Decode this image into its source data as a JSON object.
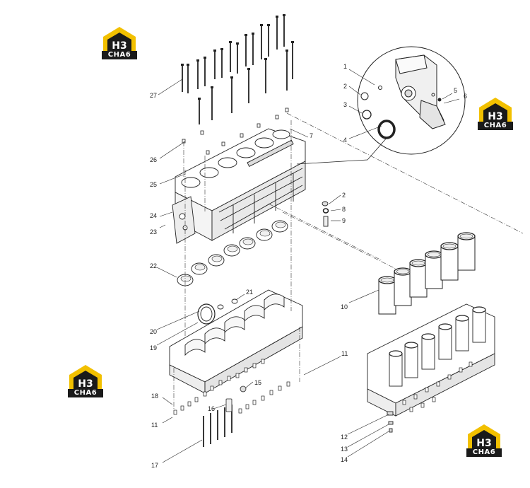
{
  "brand": {
    "logo_text": "H3",
    "logo_subtext": "CHA6",
    "accent_color": "#f2c000",
    "dark_color": "#1a1a1a"
  },
  "callouts": [
    {
      "id": "c1",
      "label": "1"
    },
    {
      "id": "c2a",
      "label": "2"
    },
    {
      "id": "c3",
      "label": "3"
    },
    {
      "id": "c4",
      "label": "4"
    },
    {
      "id": "c5",
      "label": "5"
    },
    {
      "id": "c6",
      "label": "6"
    },
    {
      "id": "c7",
      "label": "7"
    },
    {
      "id": "c2b",
      "label": "2"
    },
    {
      "id": "c8",
      "label": "8"
    },
    {
      "id": "c9",
      "label": "9"
    },
    {
      "id": "c10",
      "label": "10"
    },
    {
      "id": "c11a",
      "label": "11"
    },
    {
      "id": "c11b",
      "label": "11"
    },
    {
      "id": "c12",
      "label": "12"
    },
    {
      "id": "c13",
      "label": "13"
    },
    {
      "id": "c14",
      "label": "14"
    },
    {
      "id": "c15",
      "label": "15"
    },
    {
      "id": "c16",
      "label": "16"
    },
    {
      "id": "c17",
      "label": "17"
    },
    {
      "id": "c18",
      "label": "18"
    },
    {
      "id": "c19",
      "label": "19"
    },
    {
      "id": "c20",
      "label": "20"
    },
    {
      "id": "c21",
      "label": "21"
    },
    {
      "id": "c22",
      "label": "22"
    },
    {
      "id": "c23",
      "label": "23"
    },
    {
      "id": "c24",
      "label": "24"
    },
    {
      "id": "c25",
      "label": "25"
    },
    {
      "id": "c26",
      "label": "26"
    },
    {
      "id": "c27",
      "label": "27"
    }
  ]
}
